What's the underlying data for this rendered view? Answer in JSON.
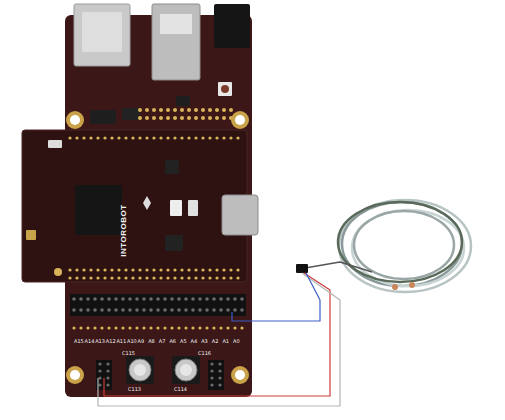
{
  "diagram": {
    "labels": [
      "INTOROBOT",
      "C115",
      "C116",
      "C113",
      "C114",
      "A15",
      "A14",
      "A13",
      "A12",
      "A11",
      "A10",
      "A9",
      "A8",
      "A7",
      "A6",
      "A5",
      "A4",
      "A3",
      "A2",
      "A1",
      "A0"
    ]
  }
}
